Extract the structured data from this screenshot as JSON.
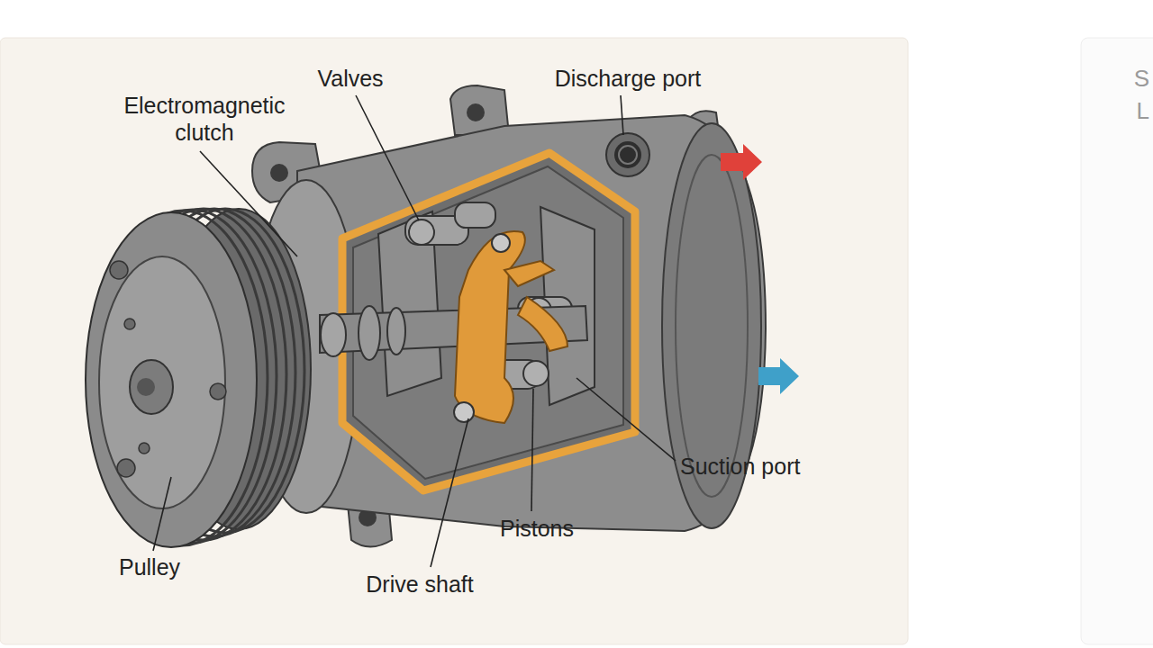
{
  "diagram": {
    "labels": [
      "Electromagnetic clutch",
      "Valves",
      "Discharge port",
      "Suction port",
      "Pistons",
      "Drive shaft",
      "Pulley",
      "S",
      "L"
    ]
  }
}
